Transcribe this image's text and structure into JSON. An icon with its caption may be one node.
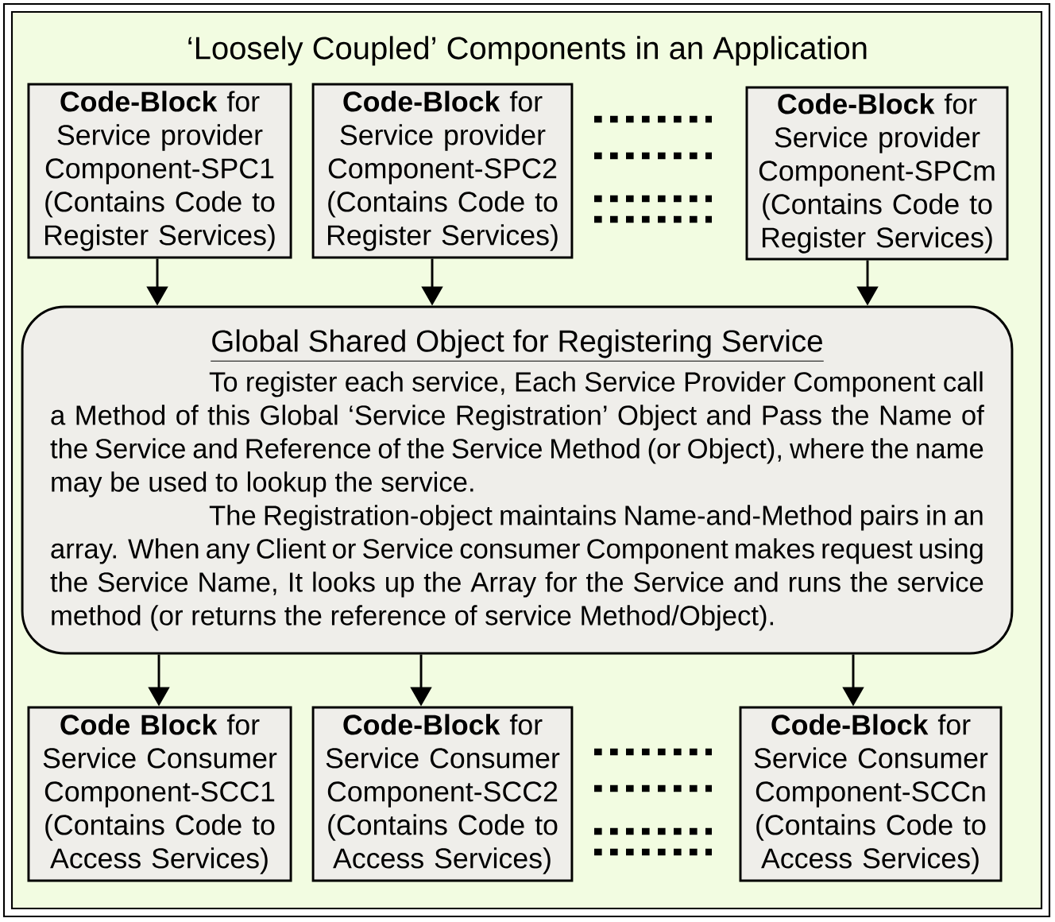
{
  "diagram": {
    "title": "‘Loosely Coupled’ Components in an Application",
    "nodes": [
      {
        "text": [
          "**Code-Block** for Service provider Component-SPC1 (Contains Code to Register Services)"
        ]
      },
      {
        "text": [
          "**Code-Block** for Service provider Component-SPC2 (Contains Code to Register Services)"
        ]
      },
      {
        "text": [
          "**Code-Block** for Service provider Component-SPCm (Contains Code to Register Services)"
        ]
      },
      {
        "text": [
          "Global Shared Object for Registering Service",
          "To register each service, Each Service Provider Component call a Method of this Global ‘Service Registration’ Object and Pass the Name of the Service and Reference of the Service Method (or Object), where the name may be used to lookup the service.",
          "The Registration-object maintains Name-and-Method pairs in an array. When any Client or Service consumer Component makes request using the Service Name, It looks up the Array for the Service and runs the service method (or returns the reference of service Method/Object)."
        ]
      },
      {
        "text": [
          "**Code Block** for Service Consumer Component-SCC1 (Contains Code to Access Services)"
        ]
      },
      {
        "text": [
          "**Code-Block** for Service Consumer Component-SCC2 (Contains Code to Access Services)"
        ]
      },
      {
        "text": [
          "**Code-Block** for Service Consumer Component-SCCn (Contains Code to Access Services)"
        ]
      }
    ],
    "edges": [
      {
        "from": 0,
        "to": 3,
        "arrow": "to"
      },
      {
        "from": 1,
        "to": 3,
        "arrow": "to"
      },
      {
        "from": 2,
        "to": 3,
        "arrow": "to"
      },
      {
        "from": 3,
        "to": 4,
        "arrow": "to"
      },
      {
        "from": 3,
        "to": 5,
        "arrow": "to"
      },
      {
        "from": 3,
        "to": 6,
        "arrow": "to"
      }
    ]
  }
}
